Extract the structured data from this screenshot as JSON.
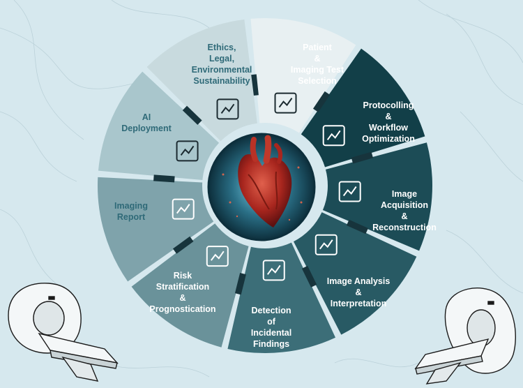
{
  "diagram": {
    "center_image": "anatomical-heart",
    "segments": [
      {
        "id": "ethics",
        "label": "Ethics,\nLegal,\nEnvironmental\nSustainability",
        "icon": "scales-leaf-icon",
        "color": "#e8f0f2",
        "text": "light"
      },
      {
        "id": "patient",
        "label": "Patient\n&\nImaging Test\nSelection",
        "icon": "network-people-icon",
        "color": "#123f48",
        "text": "dark"
      },
      {
        "id": "protocolling",
        "label": "Protocolling\n&\nWorkflow\nOptimization",
        "icon": "clipboard-checklist-icon",
        "color": "#1c4c56",
        "text": "dark"
      },
      {
        "id": "acquisition",
        "label": "Image\nAcquisition\n&\nReconstruction",
        "icon": "cubes-icon",
        "color": "#285a64",
        "text": "dark"
      },
      {
        "id": "analysis",
        "label": "Image Analysis\n&\nInterpretation",
        "icon": "bar-chart-icon",
        "color": "#3c6e78",
        "text": "dark"
      },
      {
        "id": "incidental",
        "label": "Detection\nof\nIncidental\nFindings",
        "icon": "magnifier-waveform-icon",
        "color": "#6a929a",
        "text": "dark"
      },
      {
        "id": "risk",
        "label": "Risk\nStratification\n&\nPrognostication",
        "icon": "scatter-plot-icon",
        "color": "#7fa3ab",
        "text": "dark"
      },
      {
        "id": "report",
        "label": "Imaging\nReport",
        "icon": "person-speech-icon",
        "color": "#a9c6cc",
        "text": "light"
      },
      {
        "id": "deployment",
        "label": "AI\nDeployment",
        "icon": "monitor-cloud-icon",
        "color": "#c8dade",
        "text": "light"
      }
    ],
    "scanners": [
      "ct-scanner-left",
      "ct-scanner-right"
    ]
  }
}
